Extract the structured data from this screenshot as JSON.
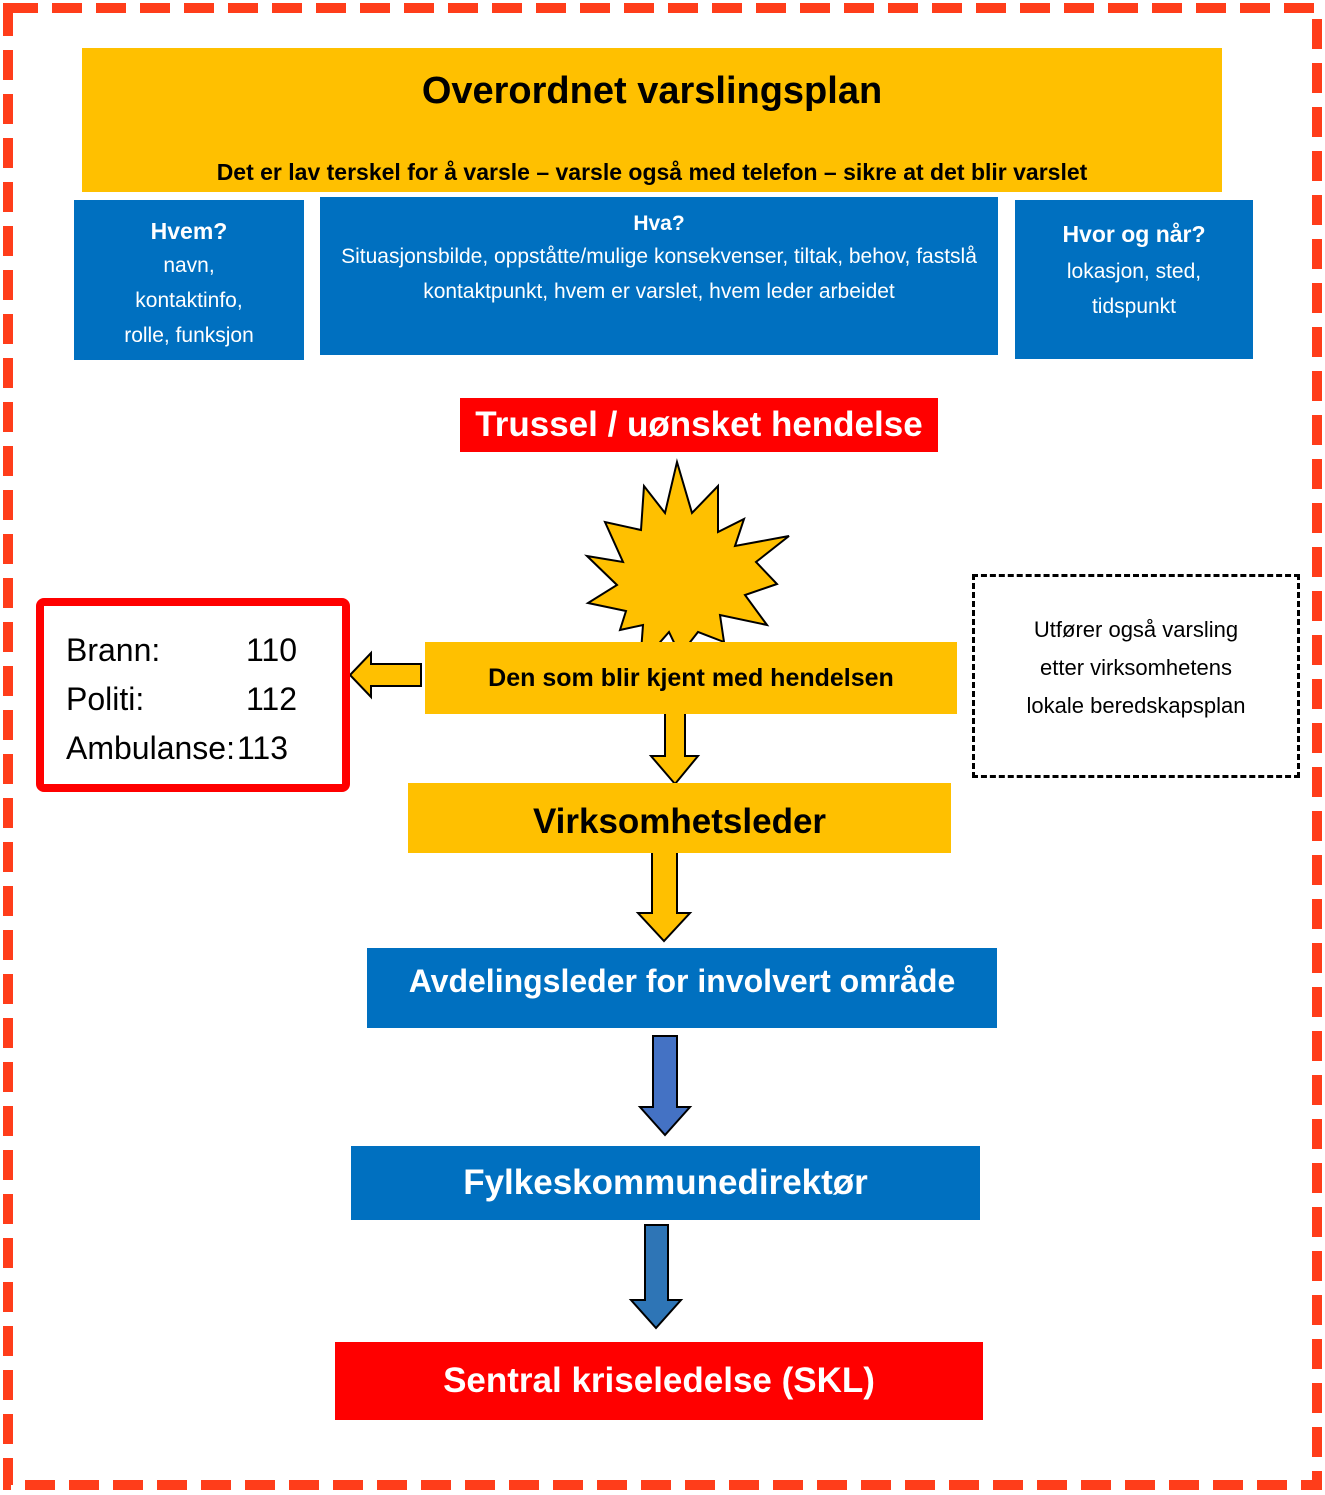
{
  "header": {
    "title": "Overordnet varslingsplan",
    "subtitle": "Det er lav terskel for å varsle – varsle også med telefon – sikre at det blir varslet"
  },
  "info_boxes": {
    "who": {
      "title": "Hvem?",
      "lines": [
        "navn,",
        "kontaktinfo,",
        "rolle, funksjon"
      ]
    },
    "what": {
      "title": "Hva?",
      "body": "Situasjonsbilde, oppståtte/mulige konsekvenser, tiltak, behov, fastslå kontaktpunkt, hvem er varslet, hvem leder arbeidet"
    },
    "where": {
      "title": "Hvor og når?",
      "lines": [
        "lokasjon, sted,",
        "tidspunkt"
      ]
    }
  },
  "threat": "Trussel / uønsket hendelse",
  "emergency_numbers": [
    {
      "label": "Brann:",
      "number": "110"
    },
    {
      "label": "Politi:",
      "number": "112"
    },
    {
      "label": "Ambulanse:",
      "number": "113"
    }
  ],
  "flow": {
    "known": "Den som blir kjent med hendelsen",
    "leader": "Virksomhetsleder",
    "dept": "Avdelingsleder for involvert område",
    "director": "Fylkeskommunedirektør",
    "skl": "Sentral kriseledelse (SKL)"
  },
  "note": {
    "lines": [
      "Utfører også varsling",
      "etter virksomhetens",
      "lokale beredskapsplan"
    ]
  },
  "colors": {
    "yellow": "#ffc000",
    "blue": "#0070c0",
    "red": "#ff0000",
    "frame": "#ff3d1a",
    "arrow_blue_dark": "#4472c4",
    "arrow_blue": "#2e75b6"
  }
}
